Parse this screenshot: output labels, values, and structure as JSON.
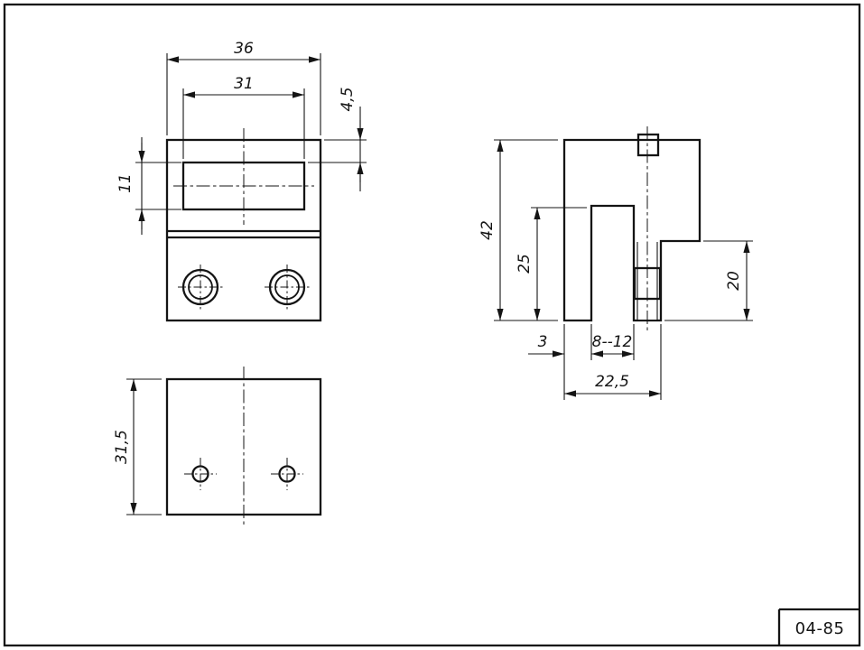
{
  "drawing": {
    "dimensions": {
      "front_total_width": "36",
      "front_slot_width": "31",
      "front_slot_depth": "4,5",
      "front_slot_height": "11",
      "bottom_view_height": "31,5",
      "section_total_height": "42",
      "section_jaw_height": "25",
      "section_step_height": "20",
      "section_lip_thickness": "3",
      "section_clamp_range": "8--12",
      "section_total_depth": "22,5"
    },
    "title_block": {
      "drawing_number": "04-85"
    },
    "colors": {
      "line": "#141414",
      "background": "#ffffff"
    }
  }
}
